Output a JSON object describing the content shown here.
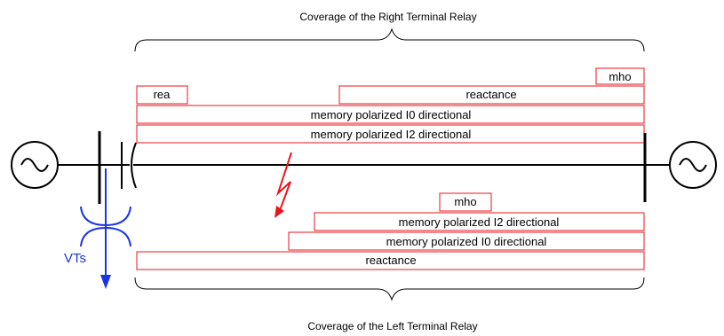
{
  "colors": {
    "zone": "#e8141e",
    "vt": "#1a33e6",
    "fault": "#e8141e",
    "line": "#000000"
  },
  "captions": {
    "right_relay": "Coverage of the Right Terminal Relay",
    "left_relay": "Coverage of the Left Terminal Relay"
  },
  "vt_label": "VTs",
  "right_relay_zones": {
    "rea": "rea",
    "reactance": "reactance",
    "mho": "mho",
    "i0": "memory polarized I0 directional",
    "i2": "memory polarized I2 directional"
  },
  "left_relay_zones": {
    "mho": "mho",
    "i2": "memory polarized I2 directional",
    "i0": "memory polarized I0 directional",
    "reactance": "reactance"
  },
  "icons": [
    "left-source-icon",
    "right-source-icon",
    "fault-icon",
    "vt-icon",
    "circuit-breaker-icon"
  ]
}
